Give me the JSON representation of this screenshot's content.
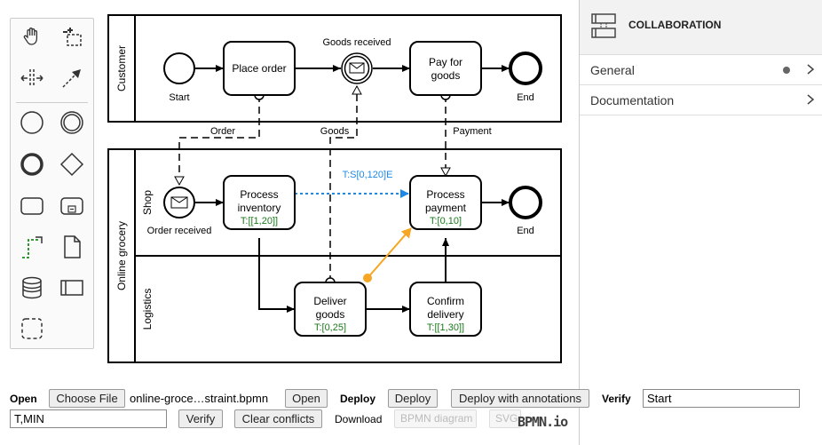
{
  "diagram": {
    "pools": {
      "customer": "Customer",
      "grocery": "Online grocery"
    },
    "lanes": {
      "shop": "Shop",
      "logistics": "Logistics"
    },
    "events": {
      "start": "Start",
      "goods_received": "Goods received",
      "end_customer": "End",
      "order_received": "Order received",
      "end_shop": "End"
    },
    "tasks": {
      "place_order": "Place order",
      "pay_line1": "Pay for",
      "pay_line2": "goods",
      "process_inventory_l1": "Process",
      "process_inventory_l2": "inventory",
      "process_inventory_t": "T:[[1,20]]",
      "process_payment_l1": "Process",
      "process_payment_l2": "payment",
      "process_payment_t": "T:[0,10]",
      "deliver_l1": "Deliver",
      "deliver_l2": "goods",
      "deliver_t": "T:[0,25]",
      "confirm_l1": "Confirm",
      "confirm_l2": "delivery",
      "confirm_t": "T:[[1,30]]"
    },
    "flows": {
      "order": "Order",
      "goods": "Goods",
      "payment": "Payment",
      "constraint": "T:S[0,120]E"
    },
    "colors": {
      "timing_text": "#1a7a1a",
      "constraint_blue": "#1e88e5",
      "annotation_orange": "#f5a623"
    }
  },
  "palette": {
    "tools": [
      "hand-tool-icon",
      "lasso-tool-icon",
      "space-tool-icon",
      "connect-tool-icon",
      "start-event-icon",
      "intermediate-event-icon",
      "end-event-icon",
      "gateway-icon",
      "task-icon",
      "subprocess-icon",
      "group-tool-icon",
      "data-object-icon",
      "data-store-icon",
      "pool-icon",
      "group-icon"
    ]
  },
  "properties": {
    "header": "COLLABORATION",
    "rows": [
      {
        "label": "General"
      },
      {
        "label": "Documentation"
      }
    ]
  },
  "toolbar": {
    "open_label": "Open",
    "choose_file": "Choose File",
    "file_name": "online-groce…straint.bpmn",
    "open_button": "Open",
    "deploy_label": "Deploy",
    "deploy_button": "Deploy",
    "deploy_annotations": "Deploy with annotations",
    "verify_label": "Verify",
    "verify_start": "Start",
    "verify_input2": "T,MIN",
    "verify_button": "Verify",
    "clear_conflicts": "Clear conflicts",
    "download_label": "Download",
    "bpmn_diagram": "BPMN diagram",
    "svg_button": "SVG",
    "logo": "BPMN.io"
  }
}
